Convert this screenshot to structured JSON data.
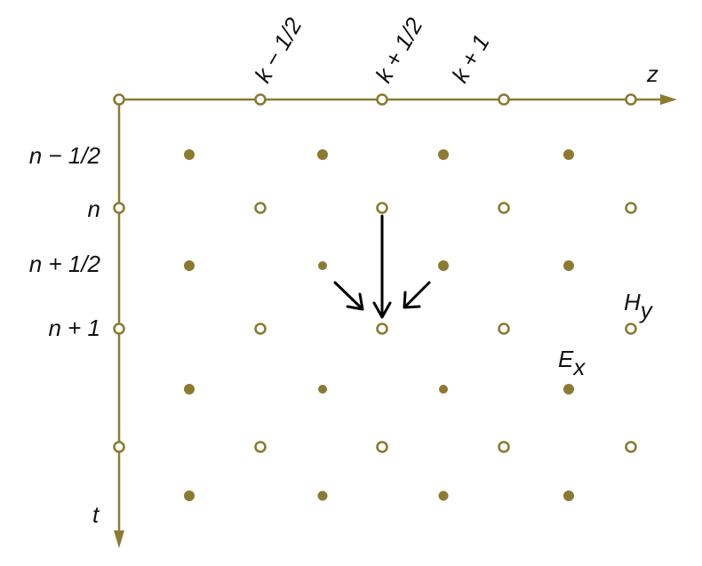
{
  "colors": {
    "axis": "#8C7A33",
    "dot": "#8C7A33",
    "arrow": "#000000",
    "text": "#111111"
  },
  "axes": {
    "horizontal_label": "z",
    "vertical_label": "t"
  },
  "column_labels": [
    "k − 1/2",
    "k + 1/2",
    "k + 1"
  ],
  "row_labels": [
    "n − 1/2",
    "n",
    "n + 1/2",
    "n + 1"
  ],
  "legend": {
    "h_field": "Hy",
    "e_field": "Ex"
  },
  "legend_parts": {
    "h_base": "H",
    "h_sub": "y",
    "e_base": "E",
    "e_sub": "x"
  },
  "open_circle_rows": 4,
  "filled_dot_rows": 4,
  "columns_per_row": 5
}
